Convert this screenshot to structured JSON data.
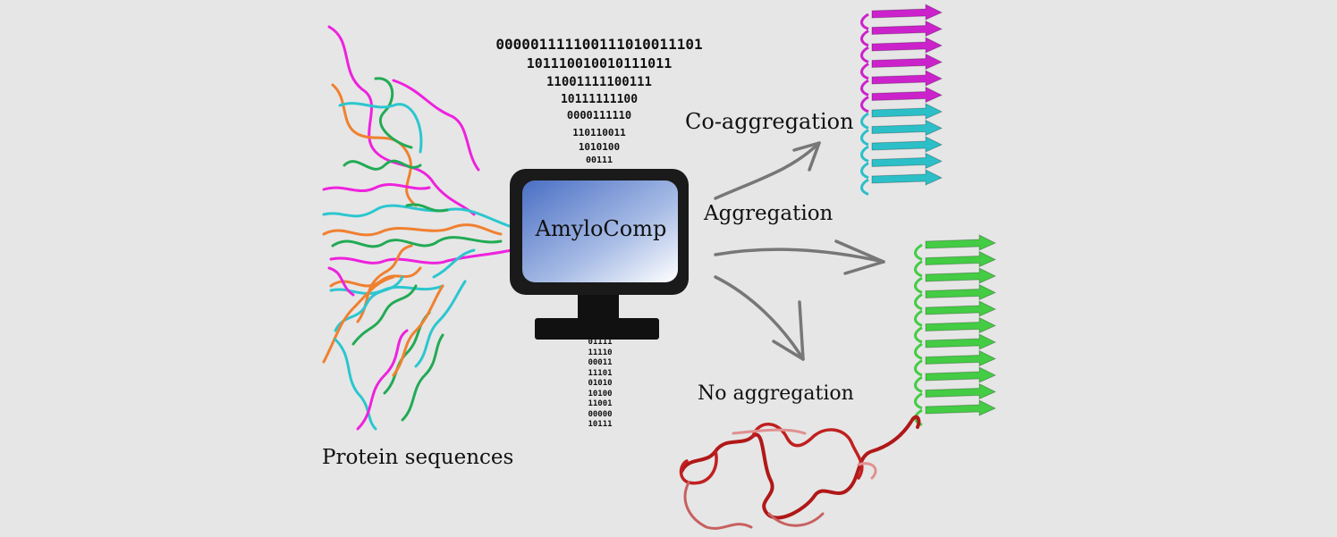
{
  "labels": {
    "coaggregation": "Co-aggregation",
    "aggregation": "Aggregation",
    "no_aggregation": "No aggregation",
    "protein_sequences": "Protein sequences",
    "screen": "AmyloComp"
  },
  "binary_top": [
    "0000011111001110100111 01",
    "101110010010111011",
    "11001111100111",
    "10111111100",
    "0000111110",
    "110110011",
    "1010100",
    "00111"
  ],
  "binary_bottom": [
    "01111",
    "11110",
    "00011",
    "11101",
    "01010",
    "10100",
    "11001",
    "00000",
    "10111"
  ],
  "colors": {
    "background": "#e6e6e6",
    "magenta": "#ee22dd",
    "orange": "#f08030",
    "teal": "#2cc6cf",
    "green": "#22aa55",
    "arrow": "#777777",
    "fibril_magenta": "#cc22cc",
    "fibril_cyan": "#2cbfc8",
    "fibril_green": "#44cc44",
    "coil_red": "#b01818"
  },
  "icons": [
    "monitor-icon",
    "protein-strands-icon",
    "magenta-cyan-fibril-icon",
    "green-fibril-icon",
    "disordered-coil-icon"
  ]
}
